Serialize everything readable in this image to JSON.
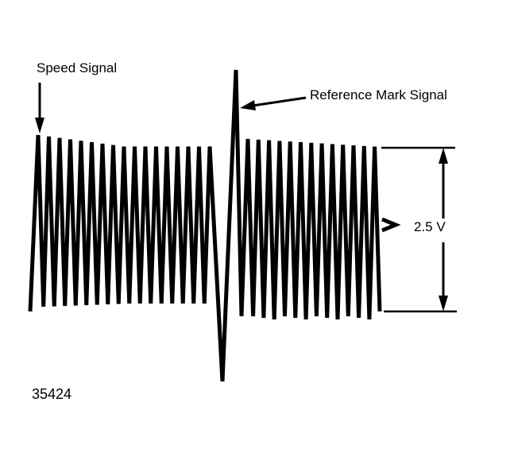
{
  "labels": {
    "speed_signal": "Speed Signal",
    "reference_mark_signal": "Reference Mark Signal",
    "voltage": "2.5 V",
    "figure_number": "35424"
  },
  "colors": {
    "ink": "#000000",
    "background": "#ffffff"
  }
}
